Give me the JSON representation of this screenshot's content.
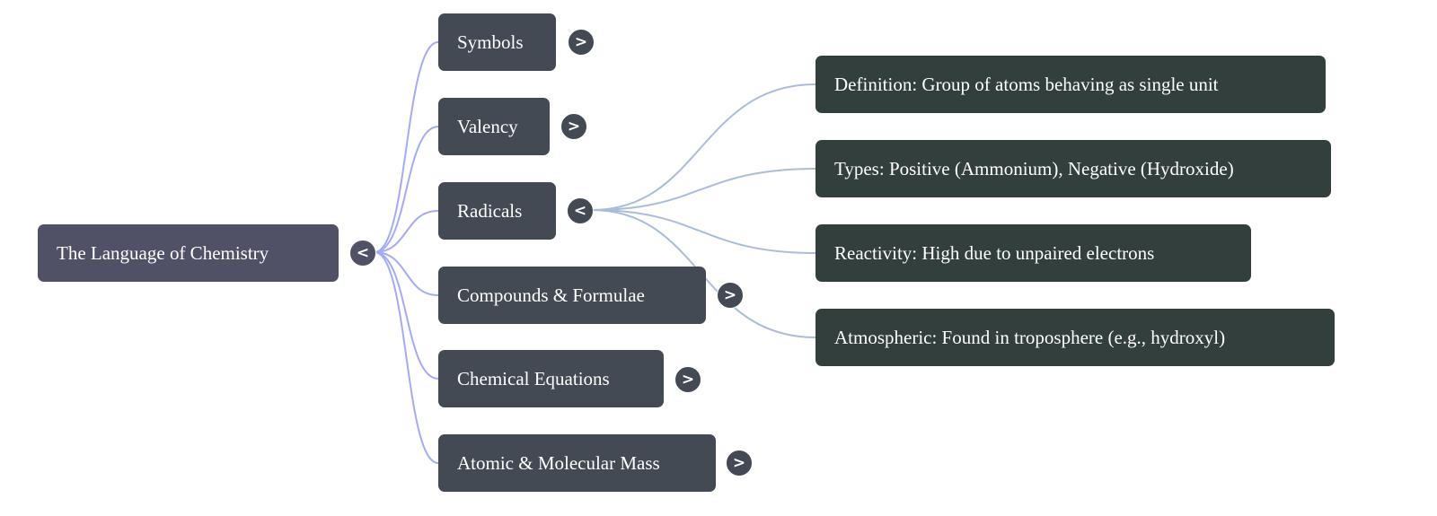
{
  "root": {
    "label": "The Language of Chemistry",
    "toggle": "<"
  },
  "topics": [
    {
      "label": "Symbols",
      "toggle": ">"
    },
    {
      "label": "Valency",
      "toggle": ">"
    },
    {
      "label": "Radicals",
      "toggle": "<"
    },
    {
      "label": "Compounds & Formulae",
      "toggle": ">"
    },
    {
      "label": "Chemical Equations",
      "toggle": ">"
    },
    {
      "label": "Atomic & Molecular Mass",
      "toggle": ">"
    }
  ],
  "radical_details": [
    {
      "label": "Definition: Group of atoms behaving as single unit"
    },
    {
      "label": "Types: Positive (Ammonium), Negative (Hydroxide)"
    },
    {
      "label": "Reactivity: High due to unpaired electrons"
    },
    {
      "label": "Atmospheric: Found in troposphere (e.g., hydroxyl)"
    }
  ],
  "colors": {
    "root": "#505166",
    "topic": "#434a54",
    "detail": "#323f3c",
    "root_link": "#a3abf7",
    "detail_link": "#a9bdd9"
  }
}
